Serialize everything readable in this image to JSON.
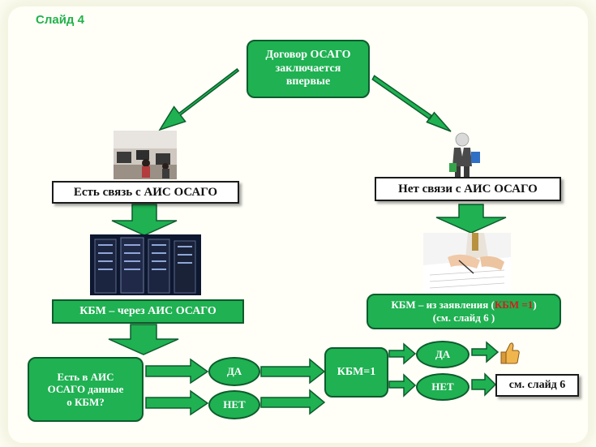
{
  "slide_label": "Слайд 4",
  "top_box": {
    "line1": "Договор ОСАГО",
    "line2": "заключается",
    "line3": "впервые"
  },
  "left": {
    "connected_label": "Есть связь с АИС ОСАГО",
    "kbm_via": "КБМ – через АИС ОСАГО",
    "question_line1": "Есть в АИС",
    "question_line2": "ОСАГО данные",
    "question_line3": "о КБМ?",
    "yes": "ДА",
    "no": "НЕТ"
  },
  "right": {
    "not_connected_label": "Нет связи с АИС ОСАГО",
    "kbm_from_pre": "КБМ – из заявления (",
    "kbm_from_red": "КБМ =1",
    "kbm_from_post": ")",
    "see_slide_line": "(см. слайд 6 )"
  },
  "kbm_one": "КБМ=1",
  "final_yes": "ДА",
  "final_no": "НЕТ",
  "see_slide_6": "см. слайд 6",
  "icons": [
    "office-photo",
    "businessman-figure-icon",
    "server-room-photo",
    "hand-writing-photo",
    "thumbs-up-icon"
  ],
  "colors": {
    "green": "#1fb152",
    "border": "#0d5c2b",
    "label": "#22b24b",
    "accent_red": "#d0201a"
  }
}
